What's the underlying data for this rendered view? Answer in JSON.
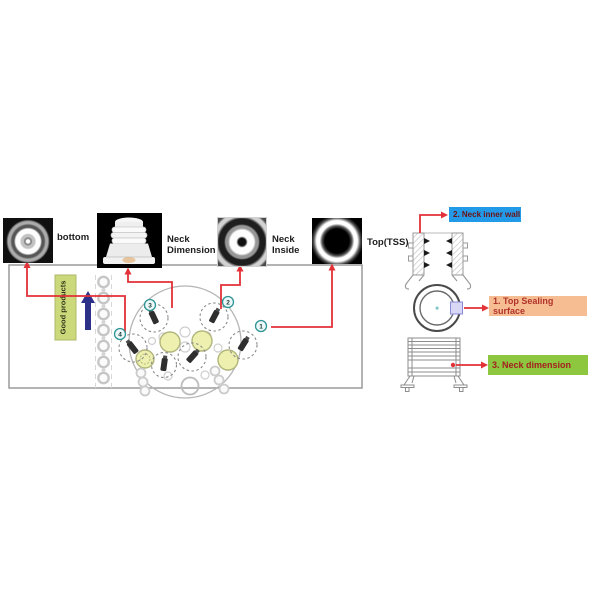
{
  "cameras": [
    {
      "label": "bottom"
    },
    {
      "label": "Neck\nDimension"
    },
    {
      "label": "Neck\nInside"
    },
    {
      "label": "Top(TSS)"
    }
  ],
  "legend": {
    "neck_inner_wall": {
      "label": "2. Neck inner wall",
      "bg": "#229ae8",
      "fg": "#6b1212"
    },
    "top_sealing_surface": {
      "label": "1. Top Sealing surface",
      "bg": "#f6bd92",
      "fg": "#b0322a"
    },
    "neck_dimension": {
      "label": "3. Neck dimension",
      "bg": "#8dc63f",
      "fg": "#a32020"
    }
  },
  "machine": {
    "good_products_label": "Good products",
    "good_products_bg": "#ccd97a",
    "markers": [
      {
        "num": "3"
      },
      {
        "num": "2"
      },
      {
        "num": "1"
      },
      {
        "num": "4"
      }
    ]
  },
  "colors": {
    "line_red": "#e23137",
    "arrow_navy": "#2d3089",
    "marker_teal": "#2e9494",
    "cam_bg": "#000000"
  }
}
